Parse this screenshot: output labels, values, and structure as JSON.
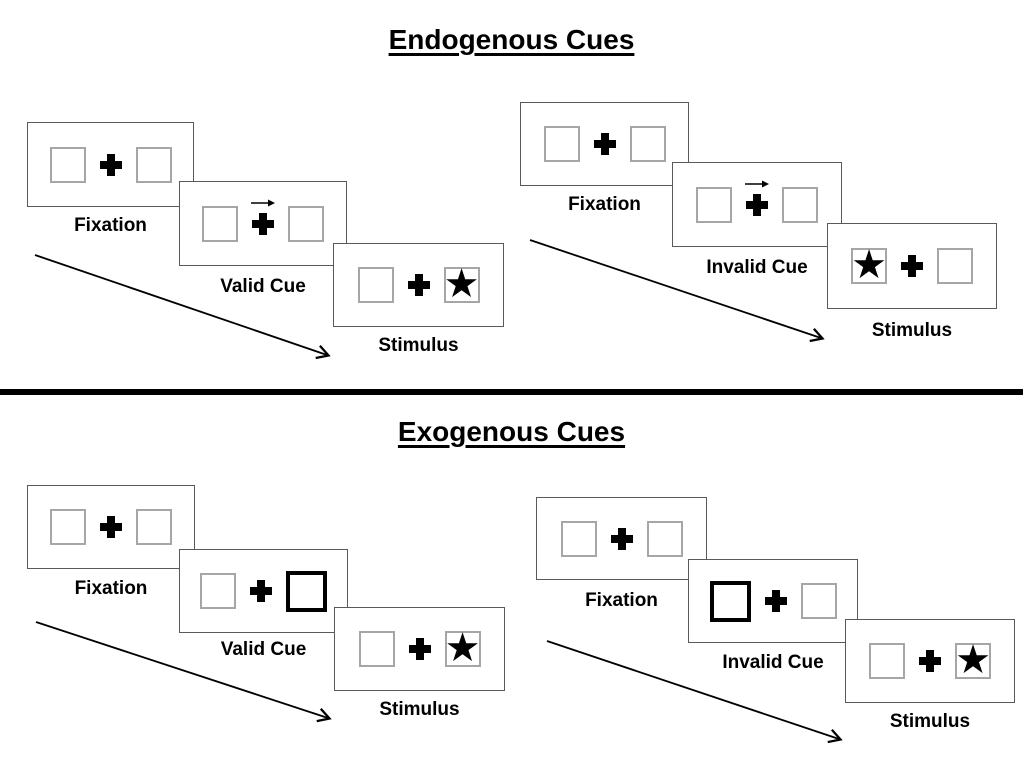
{
  "colors": {
    "background": "#ffffff",
    "ink": "#000000",
    "panel_border": "#595959",
    "box_border": "#a6a6a6",
    "divider": "#000000"
  },
  "icons": {
    "star": "★",
    "fixation_cross": "+",
    "cue_arrow": "→"
  },
  "sections": {
    "endogenous": {
      "title": "Endogenous Cues",
      "valid": {
        "screens": [
          {
            "label": "Fixation",
            "left_box": "empty",
            "right_box": "empty",
            "cue": "none"
          },
          {
            "label": "Valid Cue",
            "left_box": "empty",
            "right_box": "empty",
            "cue": "central-arrow-right"
          },
          {
            "label": "Stimulus",
            "left_box": "empty",
            "right_box": "star",
            "cue": "none"
          }
        ]
      },
      "invalid": {
        "screens": [
          {
            "label": "Fixation",
            "left_box": "empty",
            "right_box": "empty",
            "cue": "none"
          },
          {
            "label": "Invalid Cue",
            "left_box": "empty",
            "right_box": "empty",
            "cue": "central-arrow-right"
          },
          {
            "label": "Stimulus",
            "left_box": "star",
            "right_box": "empty",
            "cue": "none"
          }
        ]
      }
    },
    "exogenous": {
      "title": "Exogenous Cues",
      "valid": {
        "screens": [
          {
            "label": "Fixation",
            "left_box": "empty",
            "right_box": "empty",
            "cue": "none"
          },
          {
            "label": "Valid Cue",
            "left_box": "empty",
            "right_box": "highlighted-bold",
            "cue": "peripheral-right"
          },
          {
            "label": "Stimulus",
            "left_box": "empty",
            "right_box": "star",
            "cue": "none"
          }
        ]
      },
      "invalid": {
        "screens": [
          {
            "label": "Fixation",
            "left_box": "empty",
            "right_box": "empty",
            "cue": "none"
          },
          {
            "label": "Invalid Cue",
            "left_box": "highlighted-bold",
            "right_box": "empty",
            "cue": "peripheral-left"
          },
          {
            "label": "Stimulus",
            "left_box": "empty",
            "right_box": "star",
            "cue": "none"
          }
        ]
      }
    }
  }
}
